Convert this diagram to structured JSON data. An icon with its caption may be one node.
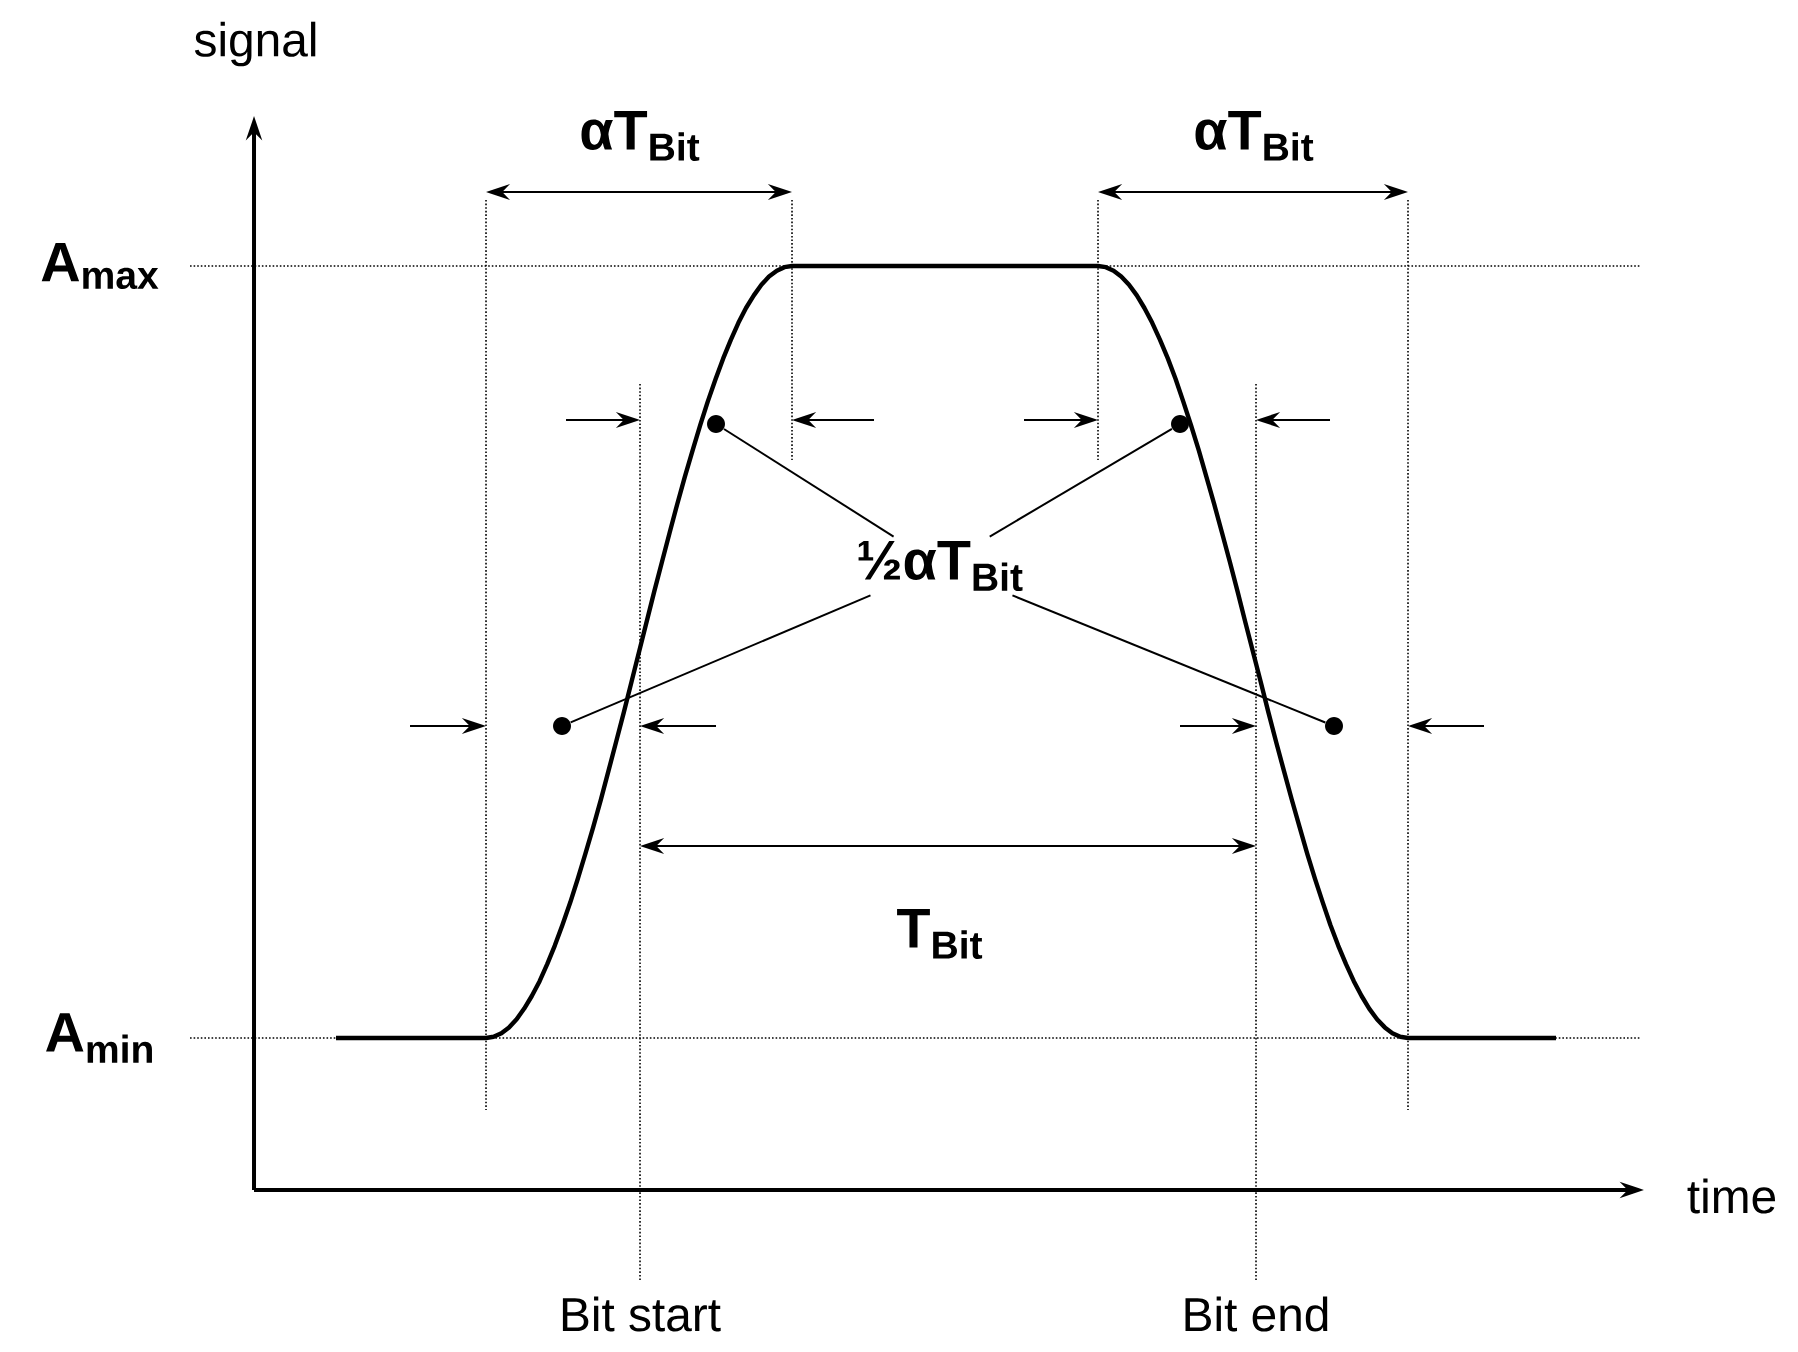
{
  "diagram": {
    "nodes": [
      {
        "text": [
          "½αT$_{Bit}$"
        ]
      },
      {
        "text": [],
        "shape": "circle"
      },
      {
        "text": [],
        "shape": "circle"
      },
      {
        "text": [],
        "shape": "circle"
      },
      {
        "text": [],
        "shape": "circle"
      }
    ],
    "edges": [
      {
        "from": 0,
        "to": 1,
        "arrow": "none"
      },
      {
        "from": 0,
        "to": 2,
        "arrow": "none"
      },
      {
        "from": 0,
        "to": 3,
        "arrow": "none"
      },
      {
        "from": 0,
        "to": 4,
        "arrow": "none"
      }
    ],
    "labels": [
      "signal",
      "αT$_{Bit}$",
      "αT$_{Bit}$",
      "A$_{max}$",
      "T$_{Bit}$",
      "A$_{min}$",
      "time",
      "Bit start",
      "Bit end"
    ]
  }
}
